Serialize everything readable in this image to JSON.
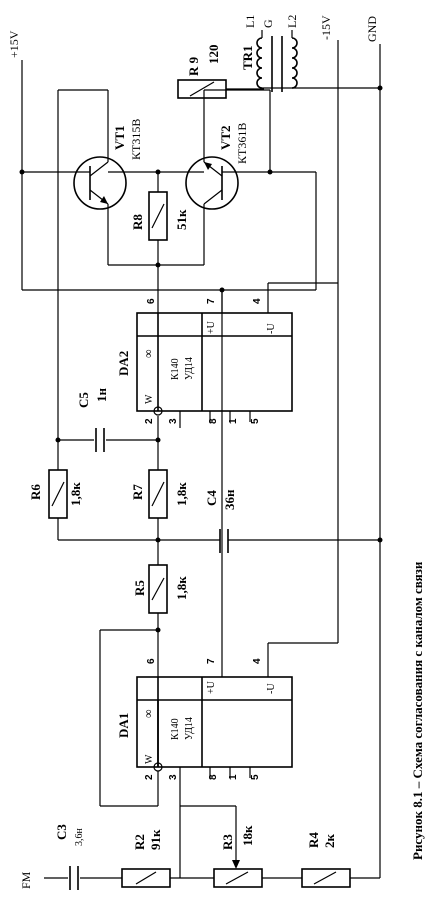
{
  "caption": "Рисунок 8.1 – Схема согласования с каналом связи",
  "rails": {
    "pos": "+15V",
    "neg": "-15V",
    "gnd": "GND"
  },
  "input_label": "FM",
  "components": {
    "C3": {
      "ref": "C3",
      "value": "3,6н"
    },
    "R2": {
      "ref": "R2",
      "value": "91к"
    },
    "R3": {
      "ref": "R3",
      "value": "18к"
    },
    "R4": {
      "ref": "R4",
      "value": "2к"
    },
    "R5": {
      "ref": "R5",
      "value": "1,8к"
    },
    "R6": {
      "ref": "R6",
      "value": "1,8к"
    },
    "R7": {
      "ref": "R7",
      "value": "1,8к"
    },
    "C4": {
      "ref": "C4",
      "value": "36н"
    },
    "C5": {
      "ref": "C5",
      "value": "1н"
    },
    "R8": {
      "ref": "R8",
      "value": "51к"
    },
    "R9": {
      "ref": "R 9",
      "value": "120"
    },
    "VT1": {
      "ref": "VT1",
      "type": "КТ315В"
    },
    "VT2": {
      "ref": "VT2",
      "type": "КТ361В"
    },
    "TR1": {
      "ref": "TR1",
      "l1": "L1",
      "l2": "L2",
      "g": "G"
    }
  },
  "opamps": {
    "DA1": {
      "ref": "DA1",
      "type1": "К140",
      "type2": "УД14",
      "w": "W",
      "plus_u": "+U",
      "minus_u": "-U",
      "inf": "∞"
    },
    "DA2": {
      "ref": "DA2",
      "type1": "К140",
      "type2": "УД14",
      "w": "W",
      "plus_u": "+U",
      "minus_u": "-U",
      "inf": "∞"
    }
  },
  "pins": {
    "p1": "1",
    "p2": "2",
    "p3": "3",
    "p4": "4",
    "p5": "5",
    "p6": "6",
    "p7": "7",
    "p8": "8"
  }
}
